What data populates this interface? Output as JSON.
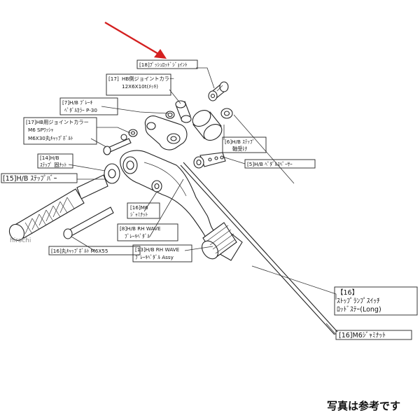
{
  "labels": {
    "l18": "[18]ﾌﾟｯｼｭﾛｯﾄﾞｼﾞｮｲﾝﾄ",
    "l17a_1": "[17]",
    "l17a_2": "HB側ジョイントカラー",
    "l17a_3": "12X6X10t(ﾒｯｷ)",
    "l7_1": "[7]H/B ﾌﾞﾚｰｷ",
    "l7_2": "ﾍﾟﾀﾞﾙｶﾗｰ P-30",
    "l17b_1": "[17]HB用ジョイントカラー",
    "l17b_2": "M6 SPﾜｯｼｬ",
    "l17b_3": "M6X30丸ｷｬｯﾌﾟﾎﾞﾙﾄ",
    "l14_1": "[14]H/B",
    "l14_2": "ｽﾃｯﾌﾟ 固ﾅｯﾄ",
    "l15": "[15]H/B ｽﾃｯﾌﾟﾊﾞｰ",
    "l6_1": "[6]H/B ｽﾃｯﾌﾟ",
    "l6_2": "軸受け",
    "l5": "[5]H/B ﾍﾟﾀﾞﾙｽﾍﾟｰｻｰ",
    "l16m_1": "[16]M6",
    "l16m_2": "ｼﾞｬﾐﾅｯﾄ",
    "l8_1": "[8]H/B RH WAVE",
    "l8_2": "ﾌﾞﾚｰｷﾍﾟﾀﾞﾙ",
    "l13_1": "[13]H/B RH WAVE",
    "l13_2": "ﾌﾞﾚｰｷﾍﾟﾀﾞﾙ Assy",
    "l16b": "[16]丸ｷｬｯﾌﾟﾎﾞﾙﾄ M6X55",
    "l16s_1": "【16】",
    "l16s_2": "ｽﾄｯﾌﾟﾗﾝﾌﾟｽｲｯﾁ",
    "l16s_3": "ﾛｯﾄﾞｽﾃｰ(Long)",
    "l16j": "[16]M6ｼﾞｬﾐﾅｯﾄ"
  },
  "watermark": "hirochi",
  "caption": "写真は参考です",
  "colors": {
    "arrow": "#d42020",
    "line": "#222222"
  }
}
